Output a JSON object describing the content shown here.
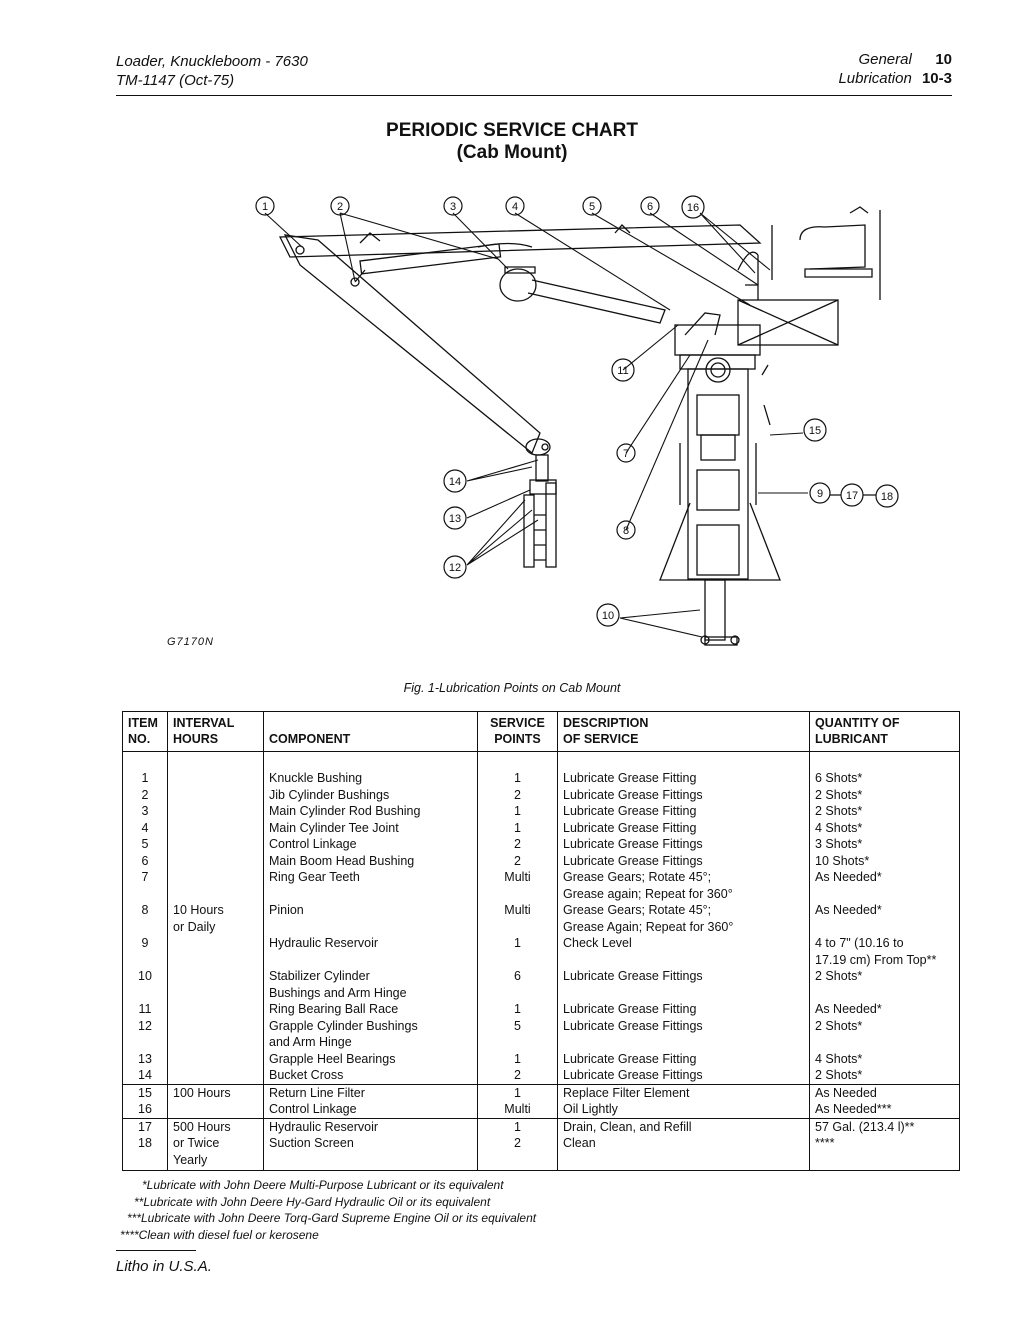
{
  "header": {
    "left_line1": "Loader, Knuckleboom - 7630",
    "left_line2": "TM-1147 (Oct-75)",
    "right_section1": "General",
    "right_num1": "10",
    "right_section2": "Lubrication",
    "right_num2": "10-3"
  },
  "title": {
    "line1": "PERIODIC SERVICE CHART",
    "line2": "(Cab Mount)"
  },
  "figure": {
    "code": "G7170N",
    "caption": "Fig. 1-Lubrication Points on Cab Mount",
    "callouts": [
      "1",
      "2",
      "3",
      "4",
      "5",
      "6",
      "16",
      "11",
      "7",
      "8",
      "15",
      "9",
      "17",
      "18",
      "14",
      "13",
      "12",
      "10"
    ]
  },
  "table": {
    "headers": {
      "item1": "ITEM",
      "item2": "NO.",
      "interval1": "INTERVAL",
      "interval2": "HOURS",
      "component": "COMPONENT",
      "points1": "SERVICE",
      "points2": "POINTS",
      "desc1": "DESCRIPTION",
      "desc2": "OF SERVICE",
      "qty1": "QUANTITY OF",
      "qty2": "LUBRICANT"
    },
    "rows": [
      {
        "item": "1",
        "interval": "",
        "component": "Knuckle Bushing",
        "points": "1",
        "desc": "Lubricate Grease Fitting",
        "qty": "6 Shots*"
      },
      {
        "item": "2",
        "interval": "",
        "component": "Jib Cylinder Bushings",
        "points": "2",
        "desc": "Lubricate Grease Fittings",
        "qty": "2 Shots*"
      },
      {
        "item": "3",
        "interval": "",
        "component": "Main Cylinder Rod Bushing",
        "points": "1",
        "desc": "Lubricate Grease Fitting",
        "qty": "2 Shots*"
      },
      {
        "item": "4",
        "interval": "",
        "component": "Main Cylinder Tee Joint",
        "points": "1",
        "desc": "Lubricate Grease Fitting",
        "qty": "4 Shots*"
      },
      {
        "item": "5",
        "interval": "",
        "component": "Control Linkage",
        "points": "2",
        "desc": "Lubricate Grease Fittings",
        "qty": "3 Shots*"
      },
      {
        "item": "6",
        "interval": "",
        "component": "Main Boom Head Bushing",
        "points": "2",
        "desc": "Lubricate Grease Fittings",
        "qty": "10 Shots*"
      },
      {
        "item": "7",
        "interval": "",
        "component": "Ring Gear Teeth",
        "points": "Multi",
        "desc": "Grease Gears; Rotate 45°;",
        "qty": "As Needed*"
      },
      {
        "item": "",
        "interval": "",
        "component": "",
        "points": "",
        "desc": "Grease again; Repeat for 360°",
        "qty": ""
      },
      {
        "item": "8",
        "interval": "10 Hours",
        "component": "Pinion",
        "points": "Multi",
        "desc": "Grease Gears; Rotate 45°;",
        "qty": "As Needed*"
      },
      {
        "item": "",
        "interval": "or Daily",
        "component": "",
        "points": "",
        "desc": "Grease Again; Repeat for 360°",
        "qty": ""
      },
      {
        "item": "9",
        "interval": "",
        "component": "Hydraulic Reservoir",
        "points": "1",
        "desc": "Check Level",
        "qty": "4 to 7\" (10.16 to"
      },
      {
        "item": "",
        "interval": "",
        "component": "",
        "points": "",
        "desc": "",
        "qty": "17.19 cm) From Top**"
      },
      {
        "item": "10",
        "interval": "",
        "component": "Stabilizer Cylinder",
        "points": "6",
        "desc": "Lubricate Grease Fittings",
        "qty": "2 Shots*"
      },
      {
        "item": "",
        "interval": "",
        "component": "Bushings and Arm Hinge",
        "points": "",
        "desc": "",
        "qty": ""
      },
      {
        "item": "11",
        "interval": "",
        "component": "Ring Bearing Ball Race",
        "points": "1",
        "desc": "Lubricate Grease Fitting",
        "qty": "As Needed*"
      },
      {
        "item": "12",
        "interval": "",
        "component": "Grapple Cylinder Bushings",
        "points": "5",
        "desc": "Lubricate Grease Fittings",
        "qty": "2 Shots*"
      },
      {
        "item": "",
        "interval": "",
        "component": "and Arm Hinge",
        "points": "",
        "desc": "",
        "qty": ""
      },
      {
        "item": "13",
        "interval": "",
        "component": "Grapple Heel Bearings",
        "points": "1",
        "desc": "Lubricate Grease Fitting",
        "qty": "4 Shots*"
      },
      {
        "item": "14",
        "interval": "",
        "component": "Bucket Cross",
        "points": "2",
        "desc": "Lubricate Grease Fittings",
        "qty": "2 Shots*"
      },
      {
        "item": "15",
        "interval": "100 Hours",
        "component": "Return Line Filter",
        "points": "1",
        "desc": "Replace Filter Element",
        "qty": "As Needed"
      },
      {
        "item": "16",
        "interval": "",
        "component": "Control Linkage",
        "points": "Multi",
        "desc": "Oil Lightly",
        "qty": "As Needed***"
      },
      {
        "item": "17",
        "interval": "500 Hours",
        "component": "Hydraulic Reservoir",
        "points": "1",
        "desc": "Drain, Clean, and Refill",
        "qty": "57 Gal. (213.4 l)**"
      },
      {
        "item": "18",
        "interval": "or Twice",
        "component": "Suction Screen",
        "points": "2",
        "desc": "Clean",
        "qty": "****"
      },
      {
        "item": "",
        "interval": "Yearly",
        "component": "",
        "points": "",
        "desc": "",
        "qty": ""
      }
    ]
  },
  "notes": [
    "*Lubricate with John Deere Multi-Purpose Lubricant or its equivalent",
    "**Lubricate with John Deere Hy-Gard Hydraulic Oil or its equivalent",
    "***Lubricate with John Deere Torq-Gard Supreme Engine Oil or its equivalent",
    "****Clean with diesel fuel or kerosene"
  ],
  "footer": "Litho in U.S.A."
}
